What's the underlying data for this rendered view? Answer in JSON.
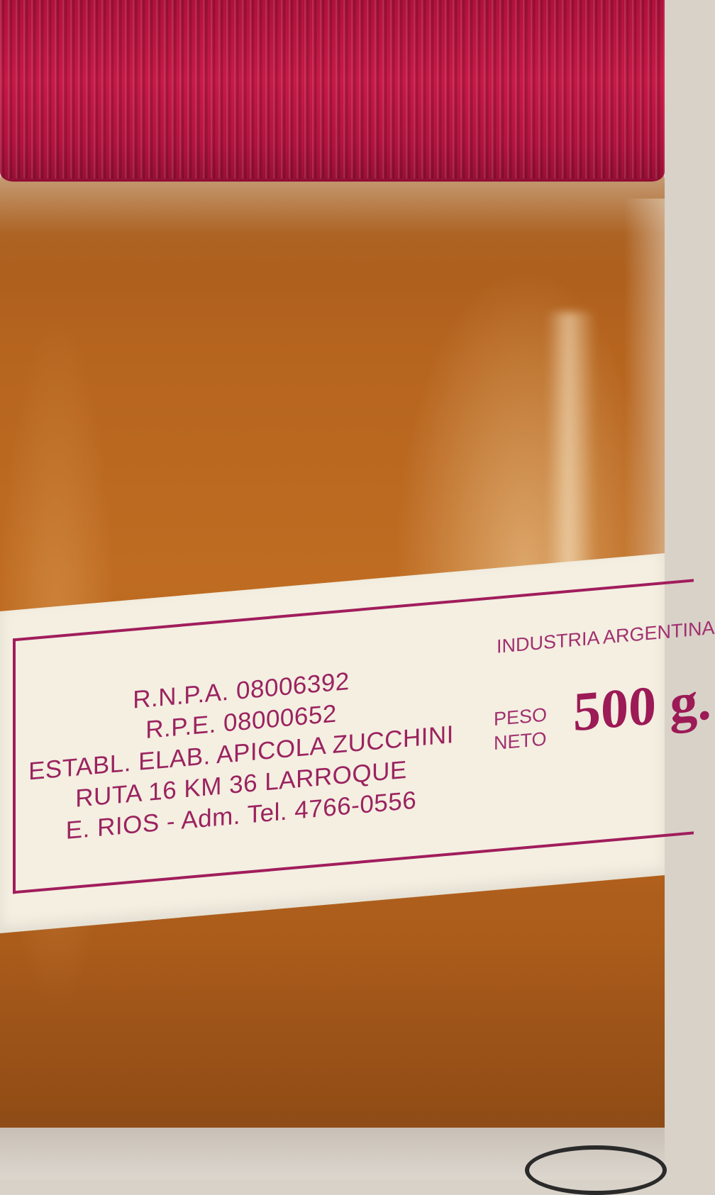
{
  "label": {
    "lines": [
      "R.N.P.A. 08006392",
      "R.P.E. 08000652",
      "ESTABL. ELAB. APICOLA ZUCCHINI",
      "RUTA 16 KM 36 LARROQUE",
      "E. RIOS - Adm. Tel. 4766-0556"
    ],
    "origin": "INDUSTRIA ARGENTINA",
    "peso_line1": "PESO",
    "peso_line2": "NETO",
    "weight": "500 g."
  },
  "colors": {
    "lid": "#c71a48",
    "honey": "#b8651f",
    "label_bg": "#f4efe1",
    "label_ink": "#9b2360"
  }
}
